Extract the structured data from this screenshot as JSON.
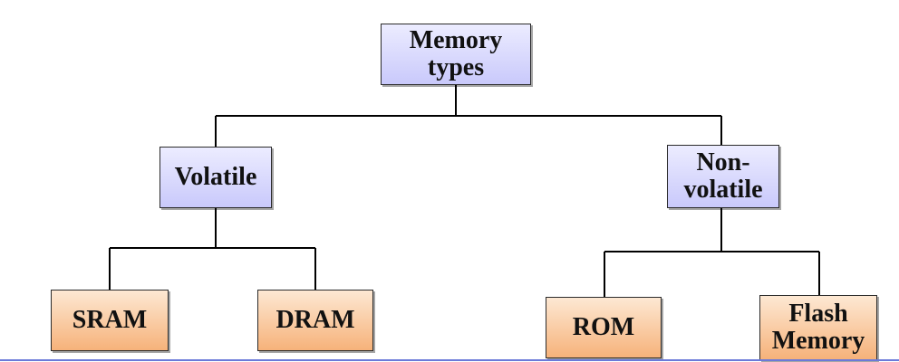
{
  "diagram": {
    "root": {
      "label": "Memory\ntypes",
      "fill": "#c9c9fb"
    },
    "categories": [
      {
        "label": "Volatile",
        "fill": "#c9c9fb",
        "children": [
          {
            "label": "SRAM",
            "fill": "#f6b27a"
          },
          {
            "label": "DRAM",
            "fill": "#f6b27a"
          }
        ]
      },
      {
        "label": "Non-\nvolatile",
        "fill": "#c9c9fb",
        "children": [
          {
            "label": "ROM",
            "fill": "#f6b27a"
          },
          {
            "label": "Flash\nMemory",
            "fill": "#f6b27a"
          }
        ]
      }
    ],
    "colors": {
      "category_fill": "#c9c9fb",
      "leaf_fill": "#f6b27a",
      "line": "#000000",
      "bottom_rule": "#6b7ad9"
    }
  }
}
